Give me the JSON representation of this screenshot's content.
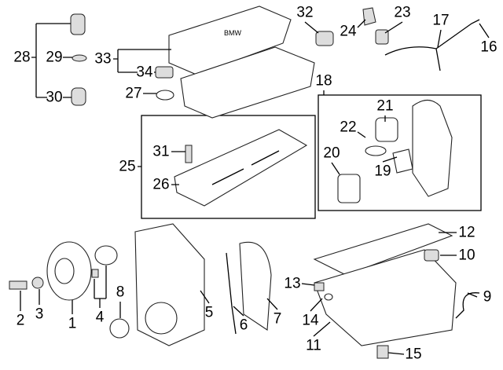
{
  "diagram": {
    "callouts": [
      "1",
      "2",
      "3",
      "4",
      "5",
      "6",
      "7",
      "8",
      "9",
      "10",
      "11",
      "12",
      "13",
      "14",
      "15",
      "16",
      "17",
      "18",
      "19",
      "20",
      "21",
      "22",
      "23",
      "24",
      "25",
      "26",
      "27",
      "28",
      "29",
      "30",
      "31",
      "32",
      "33",
      "34"
    ],
    "logo_text": "BMW"
  }
}
